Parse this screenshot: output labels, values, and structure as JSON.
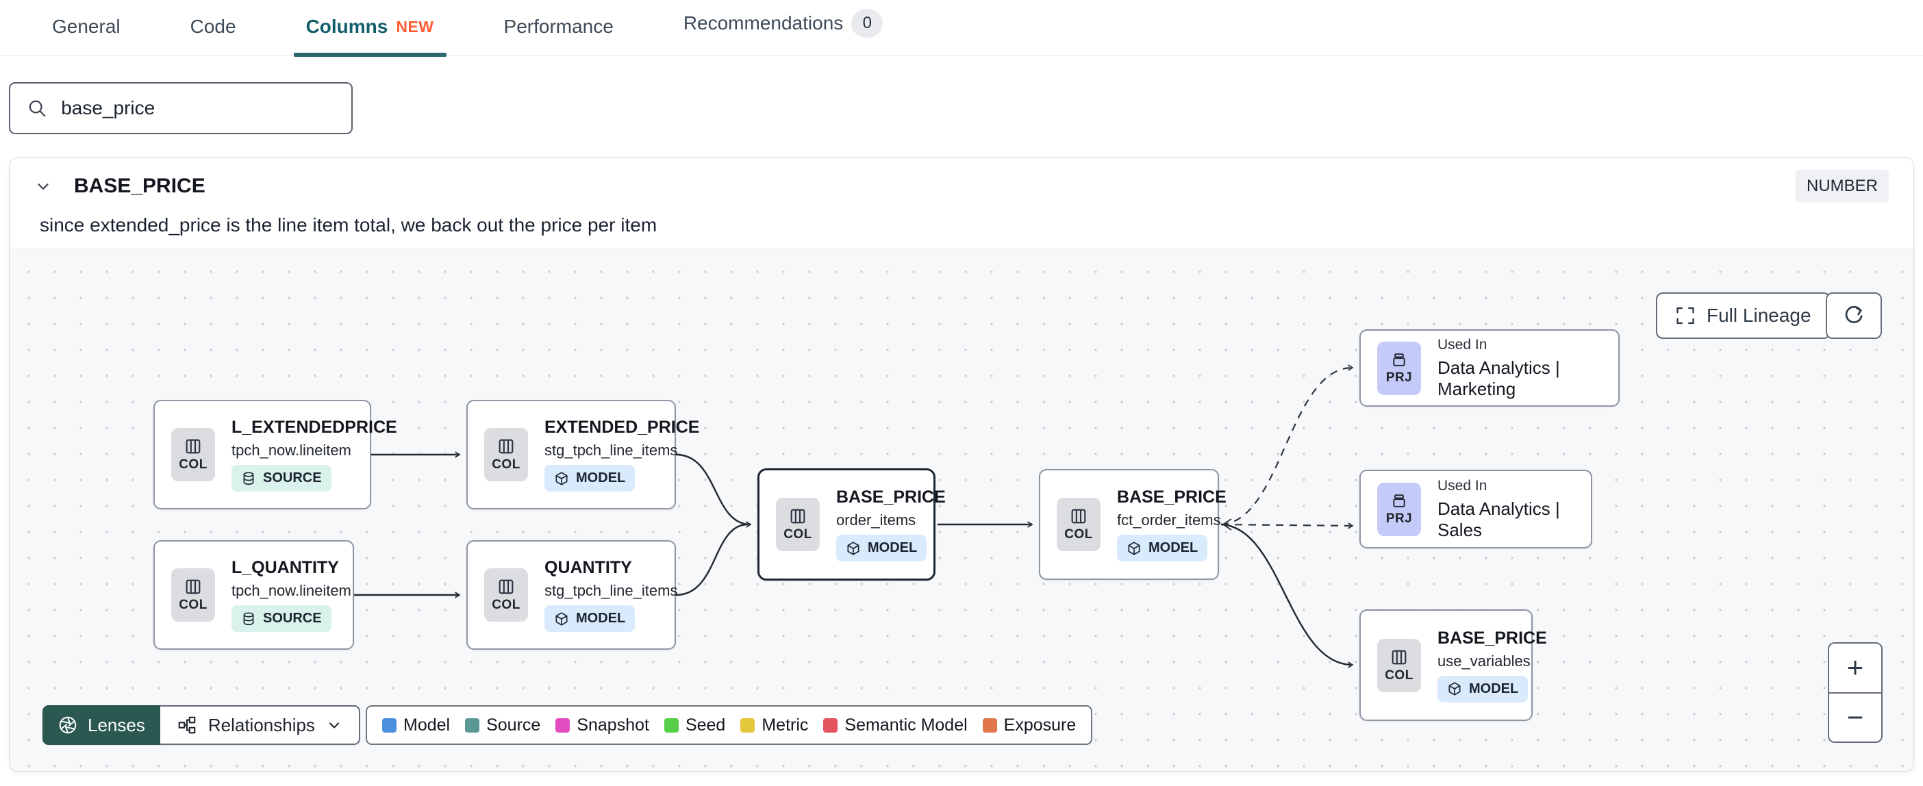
{
  "colors": {
    "accent_teal": "#12606B",
    "new_badge_orange": "#FF5C35",
    "lenses_green": "#2B5850",
    "canvas_bg": "#F7F8FA"
  },
  "tabs": {
    "items": [
      {
        "label": "General"
      },
      {
        "label": "Code"
      },
      {
        "label": "Columns",
        "badge": "NEW"
      },
      {
        "label": "Performance"
      },
      {
        "label": "Recommendations",
        "count": "0"
      }
    ],
    "active": "Columns"
  },
  "search": {
    "value": "base_price"
  },
  "column_panel": {
    "name": "BASE_PRICE",
    "type": "NUMBER",
    "description": "since extended_price is the line item total, we back out the price per item"
  },
  "lineage": {
    "controls": {
      "full_lineage": "Full Lineage",
      "zoom_in": "+",
      "zoom_out": "−"
    },
    "toolbar": {
      "lenses": "Lenses",
      "relationships": "Relationships"
    },
    "legend": [
      {
        "label": "Model",
        "color": "#4D8FDF"
      },
      {
        "label": "Source",
        "color": "#5A9894"
      },
      {
        "label": "Snapshot",
        "color": "#E24EC2"
      },
      {
        "label": "Seed",
        "color": "#57CF49"
      },
      {
        "label": "Metric",
        "color": "#E5C73C"
      },
      {
        "label": "Semantic Model",
        "color": "#E4545E"
      },
      {
        "label": "Exposure",
        "color": "#E0764A"
      }
    ],
    "nodes": [
      {
        "kind": "COL",
        "title": "L_EXTENDEDPRICE",
        "subtitle": "tpch_now.lineitem",
        "badge": "SOURCE"
      },
      {
        "kind": "COL",
        "title": "EXTENDED_PRICE",
        "subtitle": "stg_tpch_line_items",
        "badge": "MODEL"
      },
      {
        "kind": "COL",
        "title": "L_QUANTITY",
        "subtitle": "tpch_now.lineitem",
        "badge": "SOURCE"
      },
      {
        "kind": "COL",
        "title": "QUANTITY",
        "subtitle": "stg_tpch_line_items",
        "badge": "MODEL"
      },
      {
        "kind": "COL",
        "title": "BASE_PRICE",
        "subtitle": "order_items",
        "badge": "MODEL",
        "selected": true
      },
      {
        "kind": "COL",
        "title": "BASE_PRICE",
        "subtitle": "fct_order_items",
        "badge": "MODEL"
      },
      {
        "kind": "PRJ",
        "title": "Used In",
        "subtitle": "Data Analytics | Marketing"
      },
      {
        "kind": "PRJ",
        "title": "Used In",
        "subtitle": "Data Analytics | Sales"
      },
      {
        "kind": "COL",
        "title": "BASE_PRICE",
        "subtitle": "use_variables",
        "badge": "MODEL"
      }
    ]
  }
}
